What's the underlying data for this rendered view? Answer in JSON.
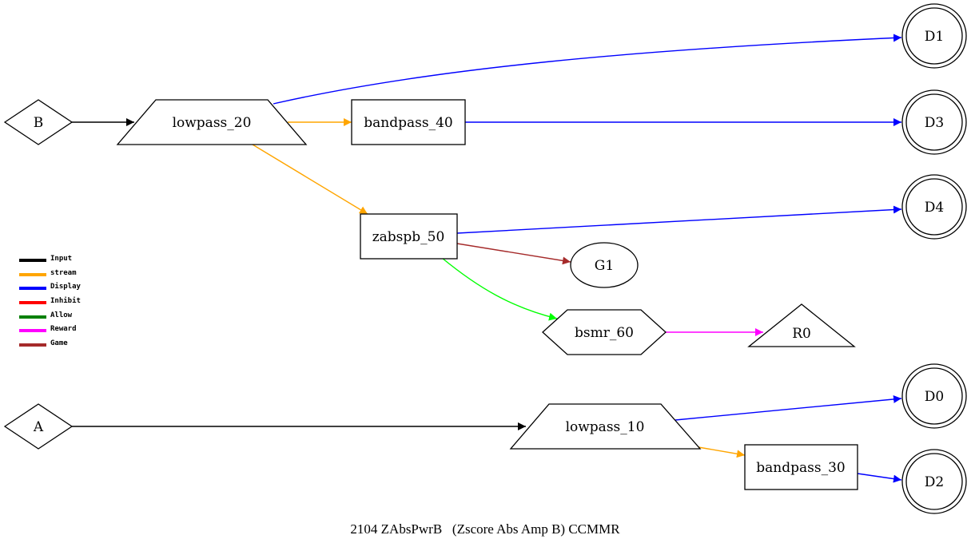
{
  "caption": "2104 ZAbsPwrB   (Zscore Abs Amp B) CCMMR",
  "nodes": {
    "B": "B",
    "A": "A",
    "lowpass_20": "lowpass_20",
    "lowpass_10": "lowpass_10",
    "bandpass_40": "bandpass_40",
    "bandpass_30": "bandpass_30",
    "zabspb_50": "zabspb_50",
    "G1": "G1",
    "bsmr_60": "bsmr_60",
    "R0": "R0",
    "D0": "D0",
    "D1": "D1",
    "D2": "D2",
    "D3": "D3",
    "D4": "D4"
  },
  "legend": [
    {
      "label": "Input",
      "color": "#000000"
    },
    {
      "label": "stream",
      "color": "#FFA500"
    },
    {
      "label": "Display",
      "color": "#0000FF"
    },
    {
      "label": "Inhibit",
      "color": "#FF0000"
    },
    {
      "label": "Allow",
      "color": "#008000"
    },
    {
      "label": "Reward",
      "color": "#FF00FF"
    },
    {
      "label": "Game",
      "color": "#A52A2A"
    }
  ],
  "edge_colors": {
    "input": "#000000",
    "stream": "#FFA500",
    "display": "#0000FF",
    "allow_edge": "#00FF00",
    "reward": "#FF00FF",
    "game": "#A52A2A"
  }
}
